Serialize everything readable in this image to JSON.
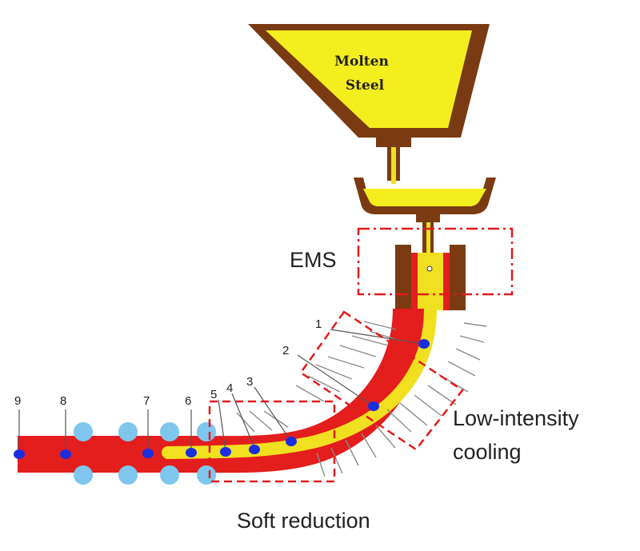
{
  "ladle": {
    "line1": "Molten",
    "line2": "Steel"
  },
  "labels": {
    "ems": "EMS",
    "cooling_line1": "Low-intensity",
    "cooling_line2": "cooling",
    "soft_reduction": "Soft reduction"
  },
  "positions": [
    "1",
    "2",
    "3",
    "4",
    "5",
    "6",
    "7",
    "8",
    "9"
  ],
  "colors": {
    "steel": "#f0e020",
    "strand": "#e41d1d",
    "frame": "#7a3b12",
    "roller": "#7ec6ee",
    "marker": "#1a2ee0",
    "box": "#e21b1b",
    "spray": "#8c8c8c"
  }
}
